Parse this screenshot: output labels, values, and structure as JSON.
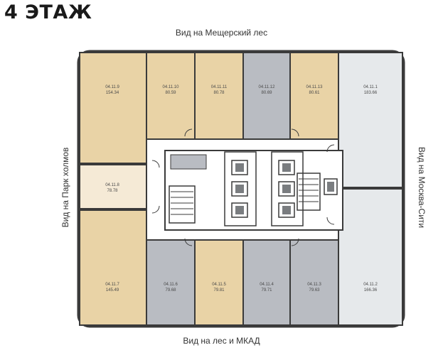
{
  "title": "4 ЭТАЖ",
  "views": {
    "top": "Вид на Мещерский лес",
    "bottom": "Вид на лес и МКАД",
    "left": "Вид на Парк холмов",
    "right": "Вид на Москва-Сити"
  },
  "colors": {
    "available": "#e9d3a6",
    "sold": "#b9bcc2",
    "reserved": "#f5ead6",
    "other": "#e6e9eb",
    "wall": "#3a3a3a",
    "core": "#ffffff",
    "lift": "#7a7d80"
  },
  "units": [
    {
      "id": "04.11.9",
      "area": "154.34",
      "status": "available"
    },
    {
      "id": "04.11.10",
      "area": "80.59",
      "status": "available"
    },
    {
      "id": "04.11.11",
      "area": "80.78",
      "status": "available"
    },
    {
      "id": "04.11.12",
      "area": "80.69",
      "status": "sold"
    },
    {
      "id": "04.11.13",
      "area": "80.61",
      "status": "available"
    },
    {
      "id": "04.11.1",
      "area": "183.66",
      "status": "other"
    },
    {
      "id": "04.11.8",
      "area": "78.78",
      "status": "reserved"
    },
    {
      "id": "04.11.7",
      "area": "145.49",
      "status": "available"
    },
    {
      "id": "04.11.6",
      "area": "79.68",
      "status": "sold"
    },
    {
      "id": "04.11.5",
      "area": "79.81",
      "status": "available"
    },
    {
      "id": "04.11.4",
      "area": "79.71",
      "status": "sold"
    },
    {
      "id": "04.11.3",
      "area": "79.63",
      "status": "sold"
    },
    {
      "id": "04.11.2",
      "area": "166.36",
      "status": "other"
    }
  ]
}
